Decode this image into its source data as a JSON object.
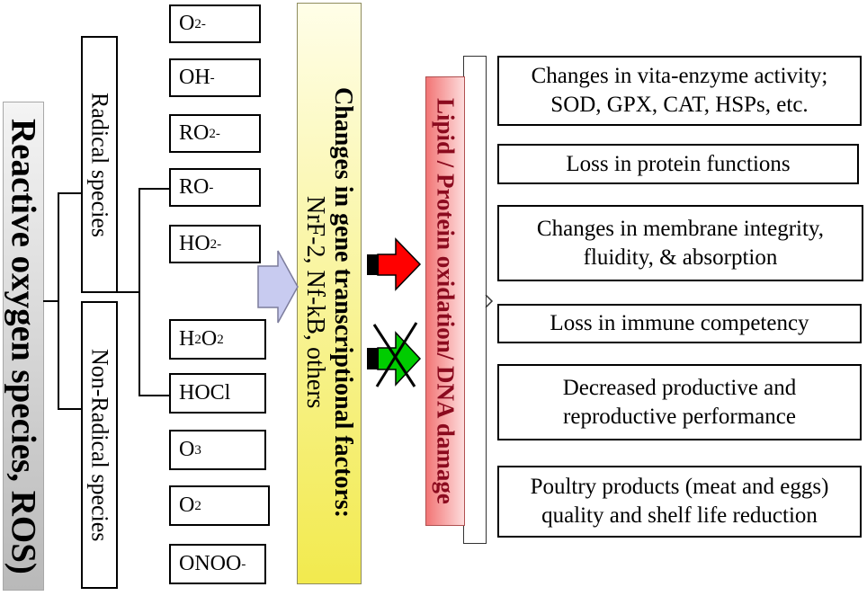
{
  "ros_label": "Reactive oxygen species, ROS)",
  "groups": {
    "radical": "Radical species",
    "non_radical": "Non-Radical species"
  },
  "species": [
    {
      "name": "O",
      "sub": "2",
      "sup": "-"
    },
    {
      "name": "OH",
      "sup": "-"
    },
    {
      "name": "RO",
      "sub": "2",
      "sup": "-"
    },
    {
      "name": "RO",
      "sup": "-"
    },
    {
      "name": "HO",
      "sub": "2",
      "sup": "-"
    },
    {
      "name": "H",
      "sub": "2",
      "name2": "O",
      "sub2": "2"
    },
    {
      "name": "HOCl"
    },
    {
      "name": "O",
      "sub": "3"
    },
    {
      "name": "O",
      "sub": "2"
    },
    {
      "name": "ONOO",
      "sup": "-"
    }
  ],
  "transcription": {
    "title": "Changes in gene transcriptional factors:",
    "factors": "NrF-2, Nf-kB, others"
  },
  "damage_label": "Lipid / Protein oxidation/ DNA damage",
  "effects": [
    {
      "line1": "Changes in vita-enzyme activity;",
      "line2": "SOD, GPX, CAT, HSPs, etc."
    },
    {
      "line1": "Loss in protein functions"
    },
    {
      "line1": "Changes in membrane integrity,",
      "line2": "fluidity, & absorption"
    },
    {
      "line1": "Loss in immune competency"
    },
    {
      "line1": "Decreased productive and",
      "line2": "reproductive performance"
    },
    {
      "line1": "Poultry products (meat and eggs)",
      "line2": "quality and shelf life reduction"
    }
  ],
  "colors": {
    "ros_box_top": "#f4f4f4",
    "ros_box_bottom": "#b9b9b9",
    "transcription_top": "#fffee8",
    "transcription_bottom": "#f2ea4e",
    "damage_left": "#f27575",
    "damage_right": "#fddcdc",
    "damage_text": "#8b0a1e",
    "input_arrow_fill": "#c8cbf0",
    "red_arrow_fill": "#ff0000",
    "green_arrow_fill": "#00cc00"
  }
}
